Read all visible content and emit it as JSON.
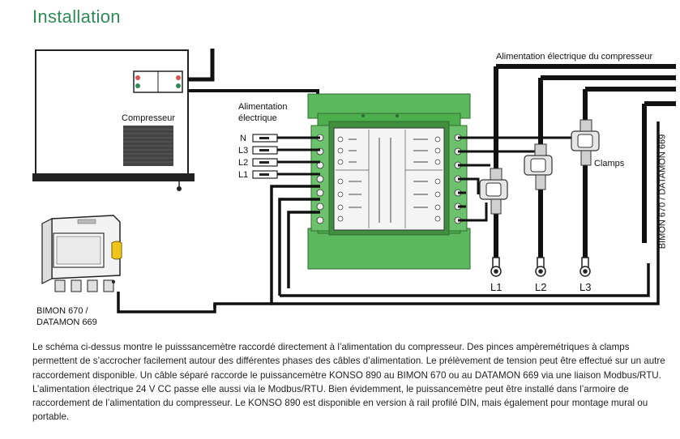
{
  "title": "Installation",
  "labels": {
    "compressor": "Compresseur",
    "power_supply_line1": "Alimentation",
    "power_supply_line2": "électrique",
    "compressor_supply": "Alimentation électrique du compresseur",
    "clamps": "Clamps",
    "bimon_vertical": "BIMON 670 / DATAMON 669",
    "bimon_line1": "BIMON 670 /",
    "bimon_line2": "DATAMON 669",
    "phase_n": "N",
    "phase_l3": "L3",
    "phase_l2": "L2",
    "phase_l1": "L1",
    "lug_l1": "L1",
    "lug_l2": "L2",
    "lug_l3": "L3"
  },
  "description": "Le schéma ci-dessus montre le puisssancemètre raccordé directement à l’alimentation du compresseur. Des pinces ampèremétriques à clamps permettent de s’accrocher facilement autour des différentes phases des câbles d’alimentation. Le prélèvement de tension peut être effectué sur un autre raccordement disponible. Un câble séparé raccorde le puissancemètre KONSO 890 au BIMON 670 ou au DATAMON 669 via une liaison Modbus/RTU. L’alimentation électrique 24 V CC passe elle aussi via le Modbus/RTU. Bien évidemment, le puissancemètre peut être installé dans l’armoire de raccordement de l’alimentation du compresseur. Le KONSO 890 est disponible en version à rail profilé DIN, mais également pour montage mural ou portable.",
  "colors": {
    "title_green": "#2e8b57",
    "meter_green": "#5cb85c",
    "meter_dark": "#3a7d3a"
  }
}
